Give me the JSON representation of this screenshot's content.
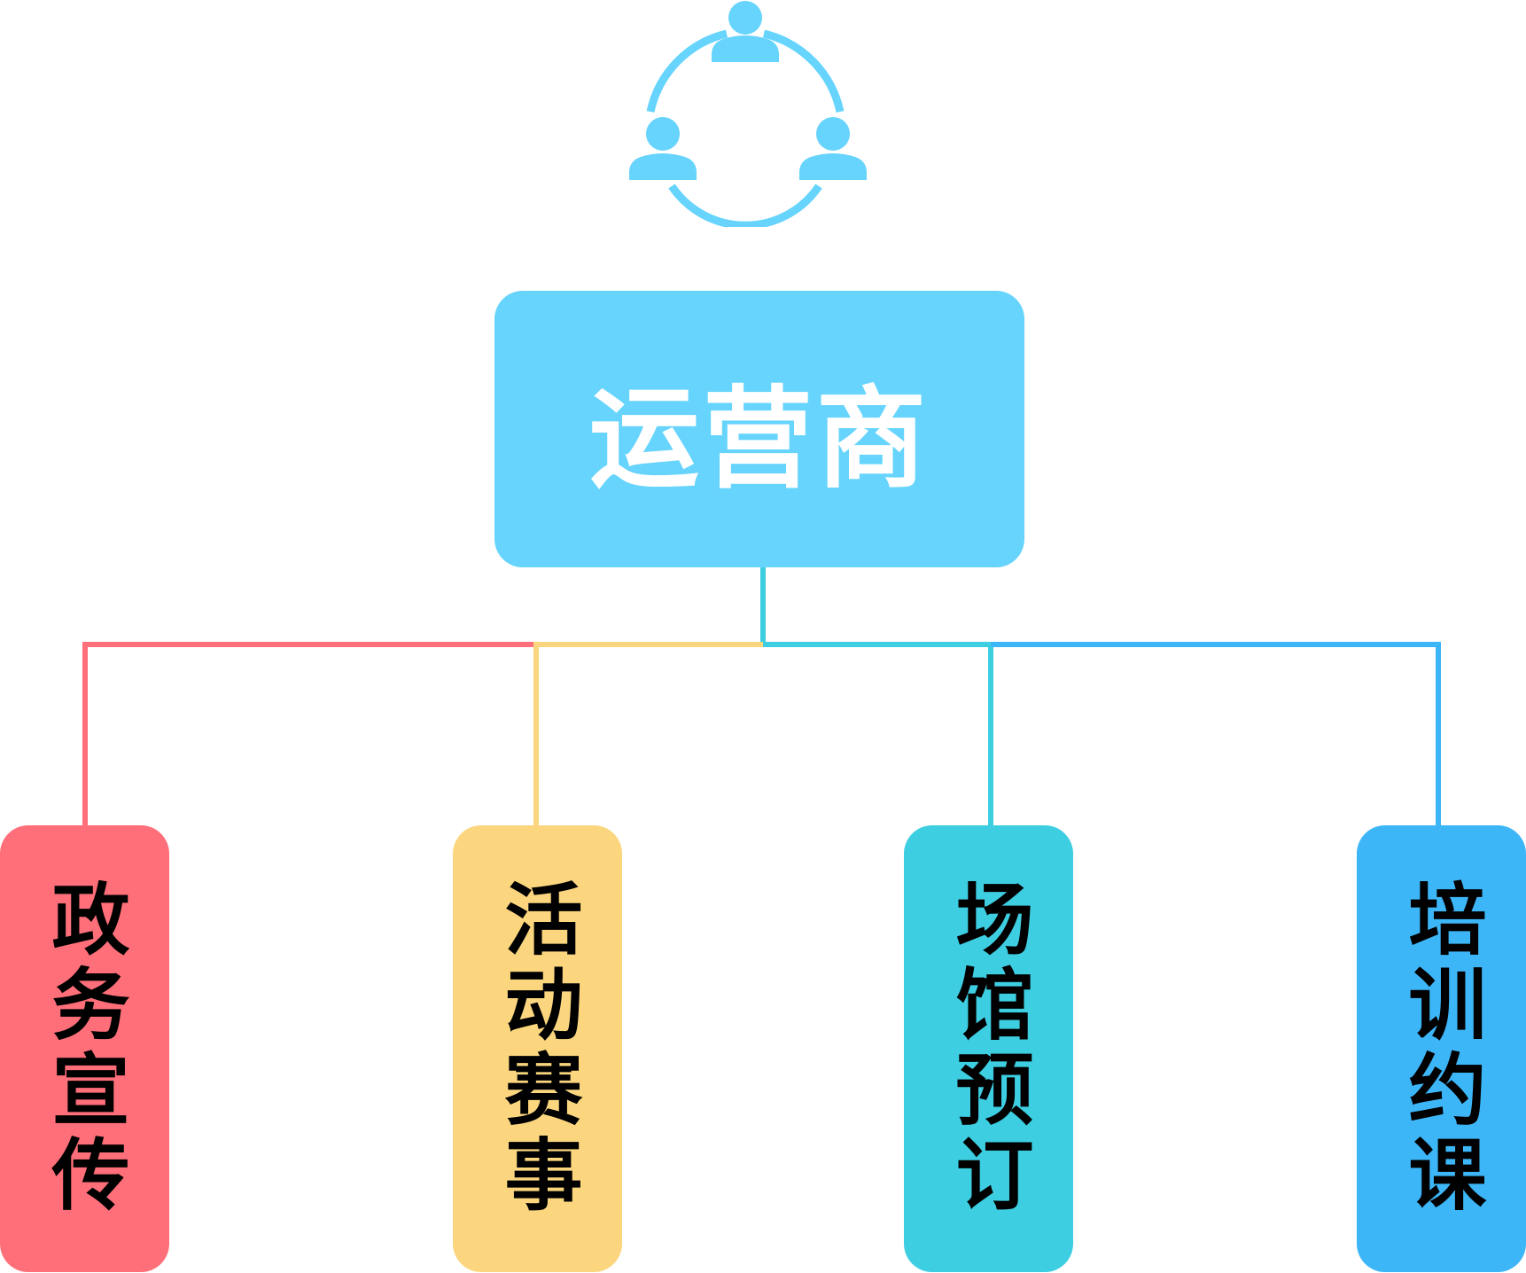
{
  "root": {
    "label": "运营商",
    "color": "#66D4FC"
  },
  "icon": {
    "name": "team-cycle-icon",
    "color": "#66D4FC"
  },
  "children": [
    {
      "label": "政务宣传",
      "color": "#FF6F7A"
    },
    {
      "label": "活动赛事",
      "color": "#FBD67F"
    },
    {
      "label": "场馆预订",
      "color": "#3ECEE2"
    },
    {
      "label": "培训约课",
      "color": "#3DB6F8"
    }
  ]
}
